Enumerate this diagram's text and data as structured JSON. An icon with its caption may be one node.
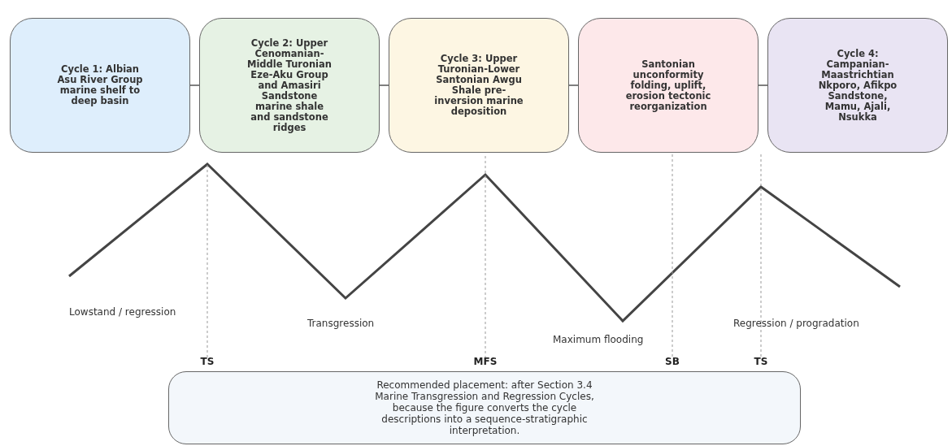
{
  "diagram": {
    "nodes": [
      {
        "text": [
          "Cycle 1: Albian Asu River Group marine shelf to deep basin"
        ]
      },
      {
        "text": [
          "Cycle 2: Upper Cenomanian-Middle Turonian Eze-Aku Group and Amasiri Sandstone marine shale and sandstone ridges"
        ]
      },
      {
        "text": [
          "Cycle 3: Upper Turonian-Lower Santonian Awgu Shale pre-inversion marine deposition"
        ]
      },
      {
        "text": [
          "Santonian unconformity folding, uplift, erosion tectonic reorganization"
        ]
      },
      {
        "text": [
          "Cycle 4: Campanian-Maastrichtian Nkporo, Afikpo Sandstone, Mamu, Ajali, Nsukka"
        ]
      },
      {
        "text": [
          "Recommended placement: after Section 3.4 Marine Transgression and Regression Cycles, because the figure converts the cycle descriptions into a sequence-stratigraphic interpretation."
        ]
      }
    ],
    "edges": [
      {
        "from": 0,
        "to": 1,
        "arrow": "none"
      },
      {
        "from": 1,
        "to": 2,
        "arrow": "none"
      },
      {
        "from": 2,
        "to": 3,
        "arrow": "none"
      },
      {
        "from": 3,
        "to": 4,
        "arrow": "none"
      }
    ],
    "labels": [
      "Lowstand / regression",
      "Transgression",
      "Maximum flooding",
      "Regression / progradation",
      "TS",
      "MFS",
      "SB",
      "TS"
    ]
  }
}
